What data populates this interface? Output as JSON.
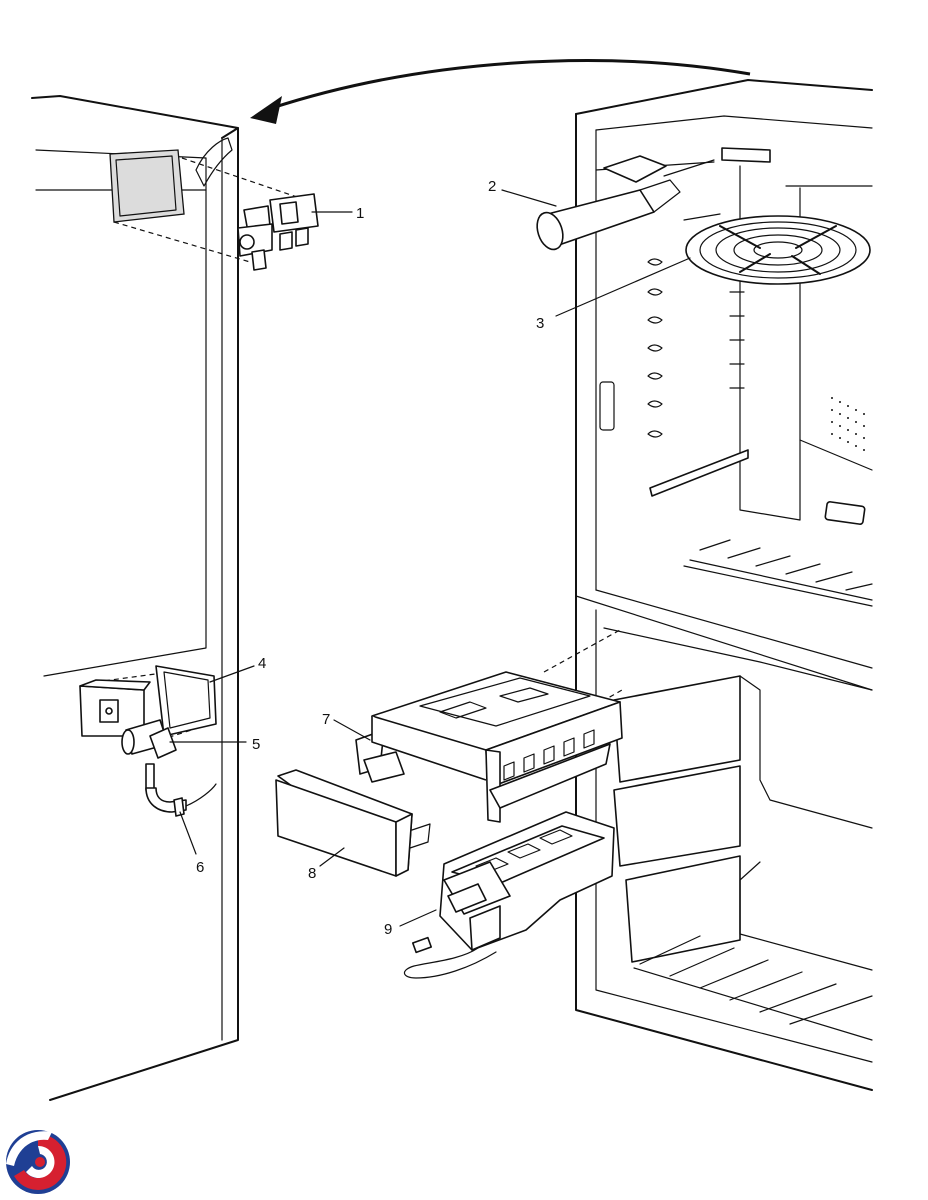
{
  "diagram": {
    "callouts": [
      {
        "id": "1",
        "label": "1"
      },
      {
        "id": "2",
        "label": "2"
      },
      {
        "id": "3",
        "label": "3"
      },
      {
        "id": "4",
        "label": "4"
      },
      {
        "id": "5",
        "label": "5"
      },
      {
        "id": "6",
        "label": "6"
      },
      {
        "id": "7",
        "label": "7"
      },
      {
        "id": "8",
        "label": "8"
      },
      {
        "id": "9",
        "label": "9"
      }
    ]
  },
  "colors": {
    "line": "#111111",
    "logo_blue": "#1f3f94",
    "logo_red": "#d62030"
  }
}
